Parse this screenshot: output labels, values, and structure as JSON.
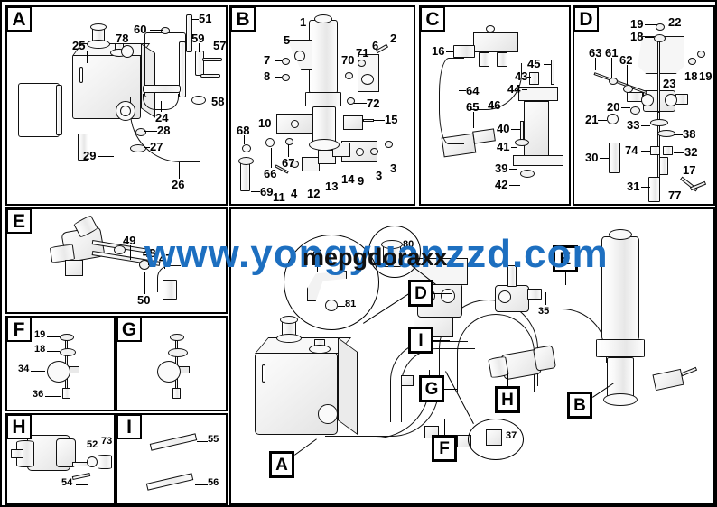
{
  "document": {
    "type": "parts-exploded-diagram",
    "sheet_background": "#ffffff",
    "line_color": "#000000"
  },
  "watermarks": [
    {
      "text": "www.yongyuanzzd.com",
      "color": "#1d6fc0",
      "name": "site-watermark"
    },
    {
      "text": "mepgdoraxx",
      "color": "#111111",
      "name": "secondary-watermark"
    }
  ],
  "panels": [
    {
      "id": "A",
      "letter": "A",
      "name": "panel-a-hydraulic-tank",
      "callouts": [
        "25",
        "78",
        "60",
        "51",
        "59",
        "57",
        "24",
        "58",
        "28",
        "27",
        "29",
        "26"
      ]
    },
    {
      "id": "B",
      "letter": "B",
      "name": "panel-b-lift-cylinder",
      "callouts": [
        "1",
        "5",
        "7",
        "8",
        "70",
        "71",
        "6",
        "2",
        "72",
        "10",
        "15",
        "68",
        "66",
        "67",
        "69",
        "11",
        "4",
        "12",
        "13",
        "14",
        "9",
        "3"
      ]
    },
    {
      "id": "C",
      "letter": "C",
      "name": "panel-c-valve-block",
      "callouts": [
        "16",
        "64",
        "65",
        "45",
        "43",
        "44",
        "46",
        "40",
        "41",
        "39",
        "42"
      ]
    },
    {
      "id": "D",
      "letter": "D",
      "name": "panel-d-control-valve",
      "callouts": [
        "19",
        "22",
        "18",
        "63",
        "61",
        "62",
        "23",
        "20",
        "21",
        "33",
        "38",
        "74",
        "32",
        "30",
        "17",
        "31",
        "77"
      ]
    },
    {
      "id": "E",
      "letter": "E",
      "name": "panel-e-pump-manifold",
      "callouts": [
        "49",
        "48",
        "47",
        "50"
      ]
    },
    {
      "id": "F",
      "letter": "F",
      "name": "panel-f-sensor-assembly",
      "callouts": [
        "19",
        "18",
        "34",
        "36"
      ]
    },
    {
      "id": "G",
      "letter": "G",
      "name": "panel-g-sensor-assembly",
      "callouts": []
    },
    {
      "id": "H",
      "letter": "H",
      "name": "panel-h-gear-pump",
      "callouts": [
        "52",
        "73",
        "54"
      ]
    },
    {
      "id": "I",
      "letter": "I",
      "name": "panel-i-rails",
      "callouts": [
        "55",
        "56"
      ]
    }
  ],
  "main_view": {
    "name": "main-assembly-view",
    "reference_boxes": [
      "A",
      "D",
      "I",
      "G",
      "F",
      "H",
      "E",
      "B"
    ],
    "callouts": [
      "76",
      "81",
      "80",
      "37",
      "35"
    ],
    "detail_circles": [
      {
        "name": "detail-circle-bracket",
        "callouts": [
          "76",
          "81"
        ]
      },
      {
        "name": "detail-circle-fitting",
        "callouts": [
          "80"
        ]
      },
      {
        "name": "detail-circle-clamp",
        "callouts": [
          "37"
        ]
      }
    ]
  }
}
